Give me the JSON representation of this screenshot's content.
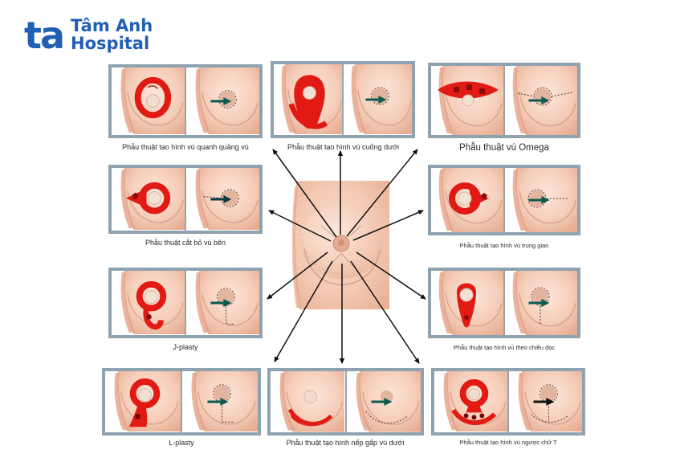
{
  "logo": {
    "mark": "ta",
    "line1": "Tâm Anh",
    "line2": "Hospital",
    "color": "#1f5fb4"
  },
  "diagram": {
    "title_center": "",
    "frame_color": "#8fa2b0",
    "marking_color": "#e11b14",
    "arrow_color": "#0b5b52",
    "skin_color": "#f2c3ab",
    "scar_color": "#6b4a42"
  },
  "panels": [
    {
      "id": "periareolar",
      "caption": "Phẫu thuật tạo hình vú quanh quầng vú",
      "caption_size": "md",
      "marking": "ring-around-areola",
      "scar": "circle-around-areola"
    },
    {
      "id": "inferior-pedicle",
      "caption": "Phẫu thuật tạo hình vú cuống dưới",
      "caption_size": "md",
      "marking": "inferior-pedicle-keyhole",
      "scar": "circle-vertical"
    },
    {
      "id": "omega",
      "caption": "Phẫu thuật vú Omega",
      "caption_size": "lg",
      "marking": "horizontal-lens",
      "scar": "horizontal-line-through-areola"
    },
    {
      "id": "lateral-mastectomy",
      "caption": "Phẫu thuật cắt bỏ vú bên",
      "caption_size": "md",
      "marking": "ring-with-lateral-wedge",
      "scar": "circle-with-horizontal-left"
    },
    {
      "id": "intermediate",
      "caption": "Phẫu thuật tạo hình vú trung gian",
      "caption_size": "sm",
      "marking": "ring-with-medial-wedge",
      "scar": "circle-with-horizontal-right"
    },
    {
      "id": "j-plasty",
      "caption": "J-plasty",
      "caption_size": "md",
      "marking": "ring-with-j-tail",
      "scar": "circle-with-j-scar"
    },
    {
      "id": "vertical",
      "caption": "Phẫu thuật tạo hình vú theo chiều dọc",
      "caption_size": "sm",
      "marking": "ring-with-vertical-drop",
      "scar": "circle-with-vertical-scar"
    },
    {
      "id": "l-plasty",
      "caption": "L-plasty",
      "caption_size": "md",
      "marking": "ring-with-l-tail",
      "scar": "circle-with-l-scar"
    },
    {
      "id": "inframammary-fold",
      "caption": "Phẫu thuật tạo hình nếp gấp vú dưới",
      "caption_size": "md",
      "marking": "inframammary-crescent",
      "scar": "inframammary-line"
    },
    {
      "id": "inverted-t",
      "caption": "Phẫu thuật tạo hình vú ngược chữ T",
      "caption_size": "sm",
      "marking": "inverted-t-wise",
      "scar": "inverted-t-scar"
    }
  ],
  "center": {
    "label": "breast-anatomy-diagram",
    "arrow_count": 10
  }
}
